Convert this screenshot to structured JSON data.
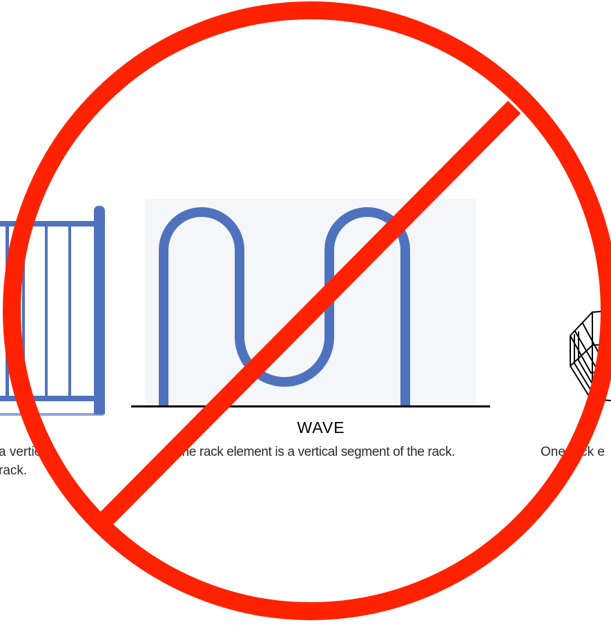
{
  "figure": {
    "center_title": "WAVE",
    "center_caption": "One rack element is a vertical segment of the rack.",
    "left_caption_line1": "a vertical",
    "left_caption_line2": "rack.",
    "right_caption": "One rack e"
  },
  "colors": {
    "rack_blue": "#4F72BE",
    "rack_blue_light": "#8FA5D6",
    "prohibition_red": "#FF2200",
    "ground_line": "#000000",
    "text": "#2a2a2a"
  },
  "symbols": {
    "overlay": "no-symbol-icon"
  }
}
